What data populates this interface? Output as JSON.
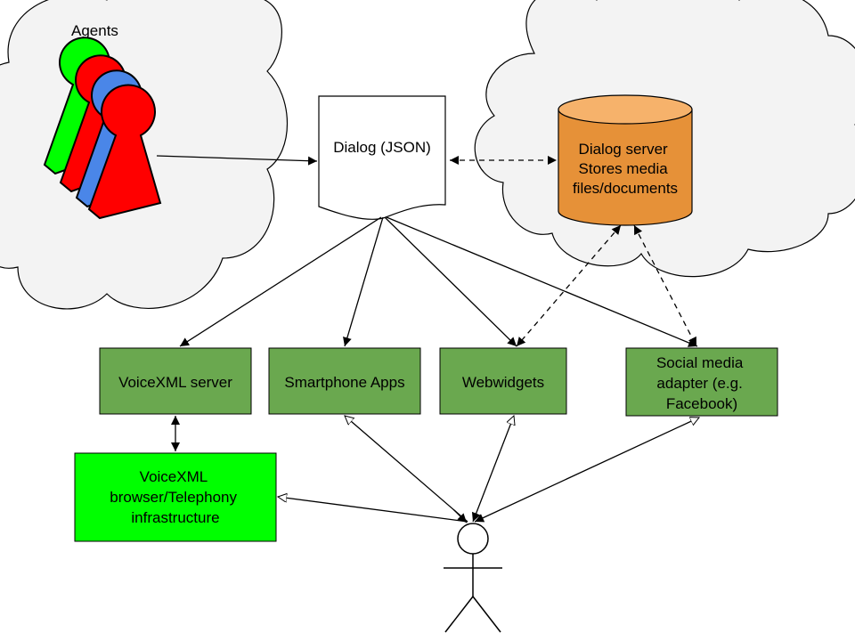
{
  "colors": {
    "cloud_fill": "#f3f3f3",
    "cloud_stroke": "#000000",
    "green_box": "#6aa84f",
    "bright_green_box": "#00ff00",
    "db_body": "#e69138",
    "db_top": "#f6b26b",
    "agent_green": "#00ff00",
    "agent_red": "#ff0000",
    "agent_blue": "#4a86e8",
    "agent_red_front": "#ff0000"
  },
  "agents": {
    "label": "Agents",
    "icon": "person-figure-icon"
  },
  "dialog": {
    "label": "Dialog (JSON)",
    "icon": "document-icon"
  },
  "dialog_server": {
    "icon": "database-cylinder-icon",
    "lines": [
      "Dialog server",
      "Stores media",
      "files/documents"
    ]
  },
  "channels": [
    {
      "id": "voicexml_server",
      "lines": [
        "VoiceXML server"
      ]
    },
    {
      "id": "smartphone_apps",
      "lines": [
        "Smartphone Apps"
      ]
    },
    {
      "id": "webwidgets",
      "lines": [
        "Webwidgets"
      ]
    },
    {
      "id": "social_media_adapter",
      "lines": [
        "Social media",
        "adapter (e.g.",
        "Facebook)"
      ]
    }
  ],
  "telephony": {
    "lines": [
      "VoiceXML",
      "browser/Telephony",
      "infrastructure"
    ]
  },
  "user": {
    "icon": "stick-figure-user-icon"
  }
}
